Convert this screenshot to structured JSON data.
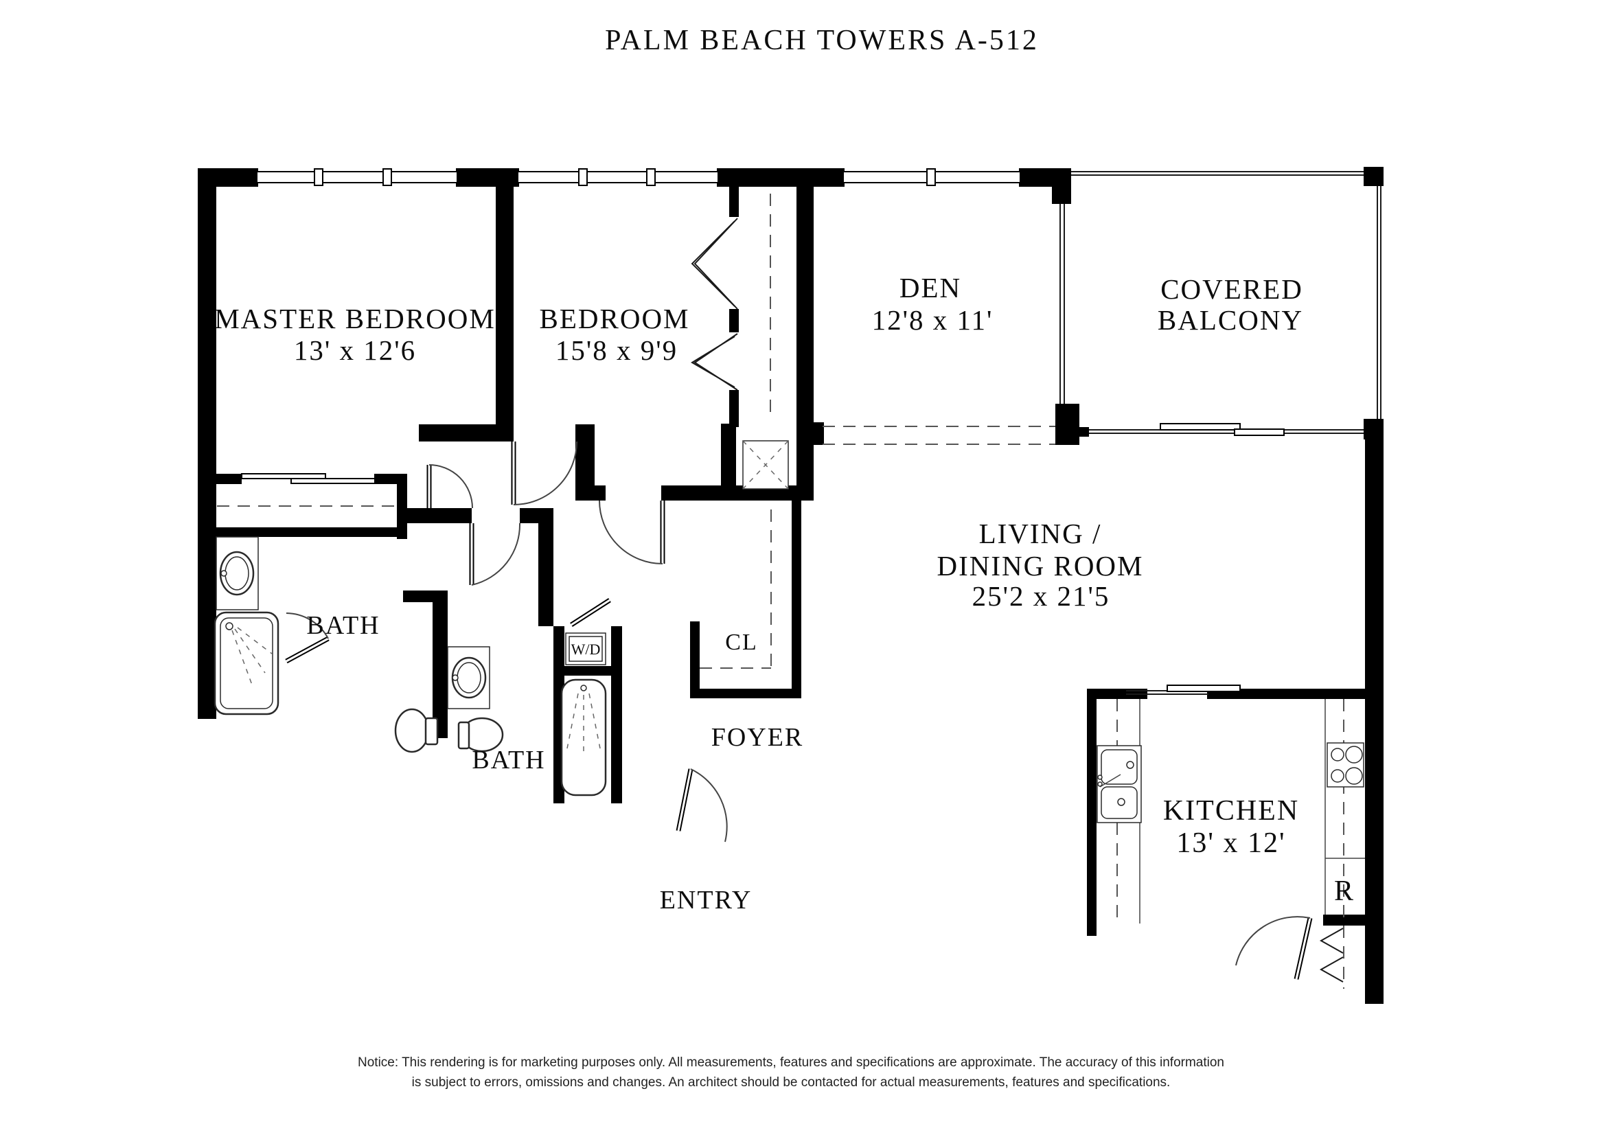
{
  "title": "PALM BEACH TOWERS A-512",
  "rooms": {
    "master_bedroom": {
      "name": "MASTER BEDROOM",
      "dims": "13' x 12'6"
    },
    "bedroom": {
      "name": "BEDROOM",
      "dims": "15'8 x 9'9"
    },
    "den": {
      "name": "DEN",
      "dims": "12'8 x 11'"
    },
    "covered_balcony": {
      "line1": "COVERED",
      "line2": "BALCONY"
    },
    "living_dining": {
      "line1": "LIVING /",
      "line2": "DINING ROOM",
      "dims": "25'2 x 21'5"
    },
    "kitchen": {
      "name": "KITCHEN",
      "dims": "13' x 12'"
    },
    "bath_master": {
      "name": "BATH"
    },
    "bath_second": {
      "name": "BATH"
    },
    "foyer": {
      "name": "FOYER"
    },
    "entry": {
      "name": "ENTRY"
    },
    "closet": {
      "name": "CL"
    },
    "washer_dryer": {
      "name": "W/D"
    },
    "refrigerator": {
      "name": "R"
    }
  },
  "notice": {
    "line1": "Notice: This rendering is for marketing purposes only. All measurements, features and specifications are approximate. The accuracy of this information",
    "line2": "is subject to errors, omissions and changes. An architect should be contacted for actual measurements, features and specifications."
  },
  "colors": {
    "walls": "#000000",
    "lines": "#444444",
    "background": "#ffffff"
  }
}
